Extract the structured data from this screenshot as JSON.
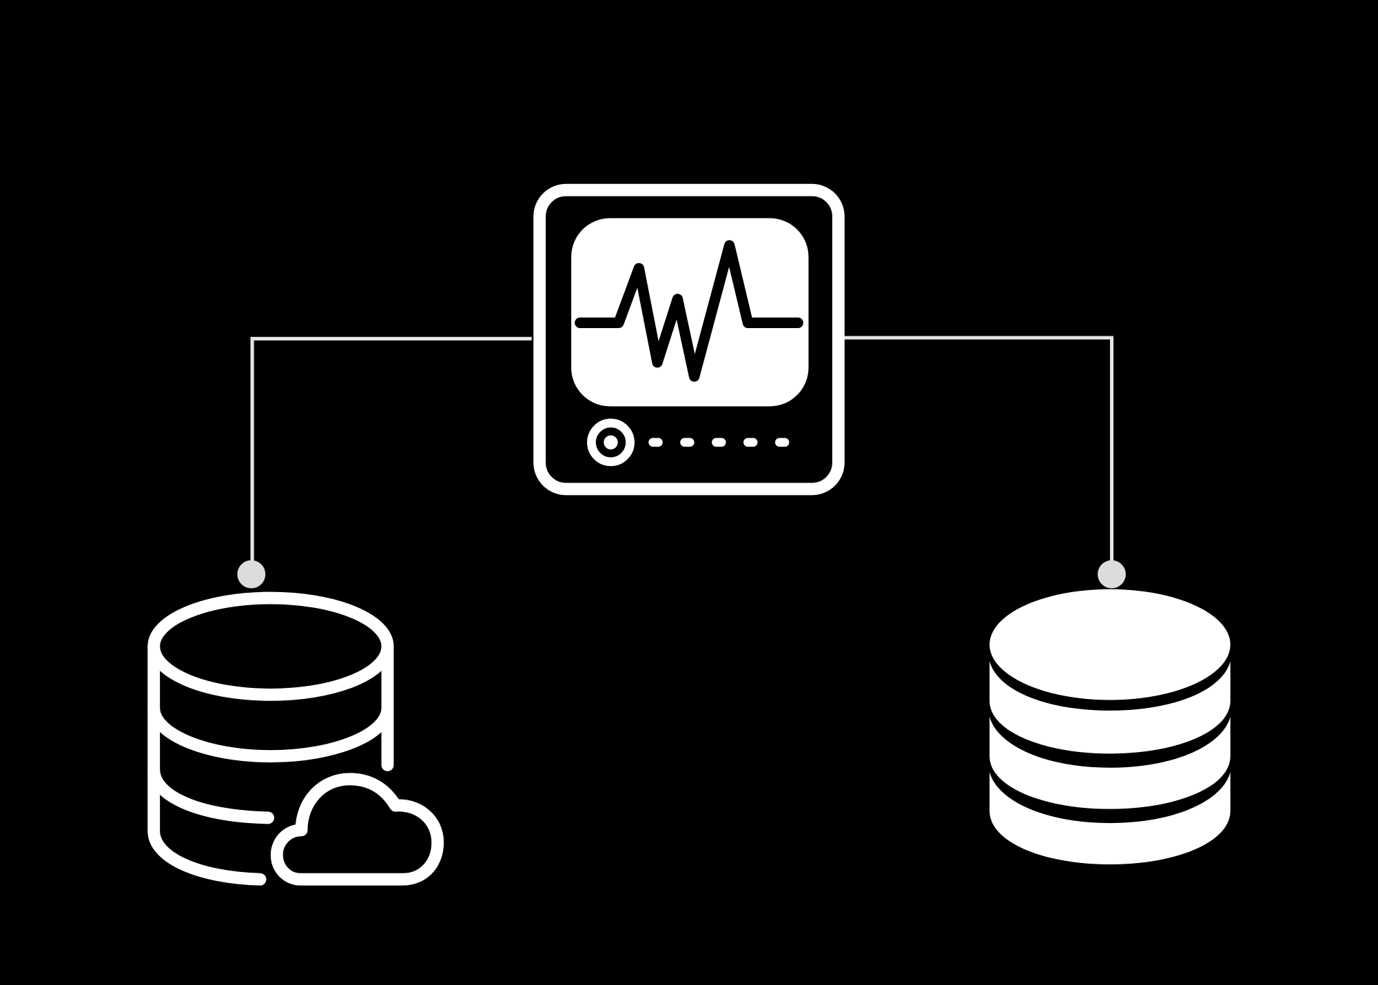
{
  "colors": {
    "background": "#000000",
    "icon": "#ffffff",
    "connector": "#e0e0e0",
    "node_dot": "#dcdcdc"
  },
  "nodes": [
    {
      "id": "monitor",
      "icon": "heartbeat-monitor-icon"
    },
    {
      "id": "cloud-database",
      "icon": "cloud-database-icon"
    },
    {
      "id": "database",
      "icon": "database-icon"
    }
  ],
  "edges": [
    {
      "from": "monitor",
      "to": "cloud-database"
    },
    {
      "from": "monitor",
      "to": "database"
    }
  ]
}
